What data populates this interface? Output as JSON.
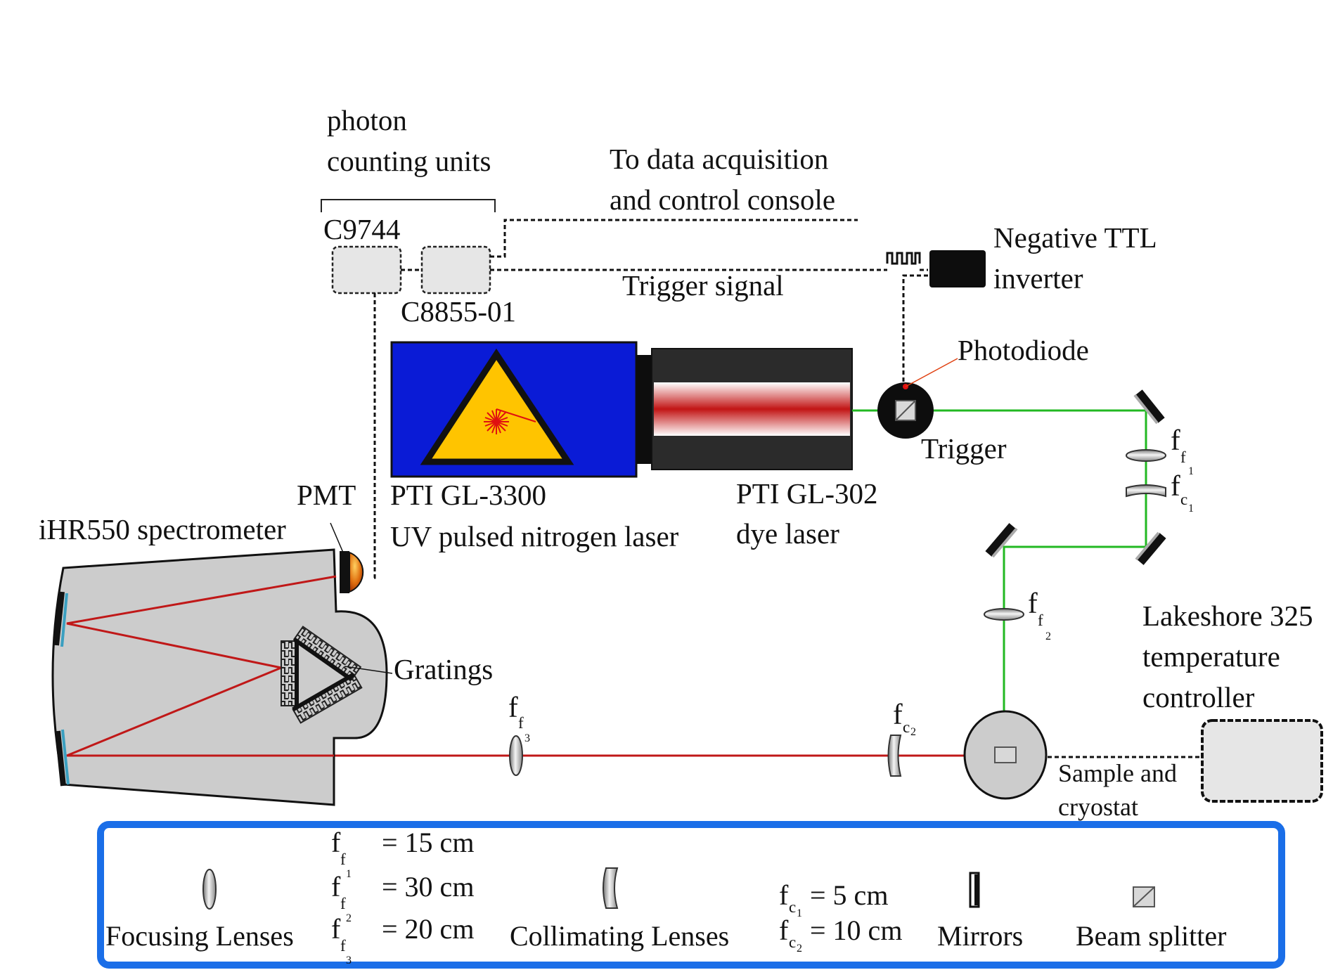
{
  "labels": {
    "photon_counting": [
      "photon",
      "counting units"
    ],
    "c9744": "C9744",
    "c8855": "C8855-01",
    "data_acq": [
      "To data acquisition",
      "and control console"
    ],
    "trigger_signal": "Trigger signal",
    "ttl": [
      "Negative TTL",
      "inverter"
    ],
    "photodiode": "Photodiode",
    "trigger": "Trigger",
    "nitrogen_laser": [
      "PTI GL-3300",
      "UV pulsed nitrogen laser"
    ],
    "dye_laser": [
      "PTI GL-302",
      "dye laser"
    ],
    "pmt": "PMT",
    "spectrometer": "iHR550 spectrometer",
    "gratings": "Gratings",
    "lakeshore": [
      "Lakeshore 325",
      "temperature",
      "controller"
    ],
    "sample": [
      "Sample and",
      "cryostat"
    ]
  },
  "lenses": {
    "ff1": {
      "base": "f",
      "sub": "f",
      "subsub": "1"
    },
    "fc1": {
      "base": "f",
      "sub": "c",
      "subsub": "1"
    },
    "ff2": {
      "base": "f",
      "sub": "f",
      "subsub": "2"
    },
    "ff3": {
      "base": "f",
      "sub": "f",
      "subsub": "3"
    },
    "fc2": {
      "base": "f",
      "sub": "c",
      "subsub": "2"
    }
  },
  "legend": {
    "focusing_label": "Focusing Lenses",
    "focusing_values": [
      {
        "sub": "f",
        "subsub": "1",
        "value": "= 15 cm"
      },
      {
        "sub": "f",
        "subsub": "2",
        "value": "= 30 cm"
      },
      {
        "sub": "f",
        "subsub": "3",
        "value": "= 20 cm"
      }
    ],
    "collimating_label": "Collimating Lenses",
    "collimating_values": [
      {
        "sub": "c",
        "subsub": "1",
        "value": "= 5 cm"
      },
      {
        "sub": "c",
        "subsub": "2",
        "value": "= 10 cm"
      }
    ],
    "mirrors_label": "Mirrors",
    "beamsplitter_label": "Beam splitter"
  },
  "colors": {
    "laser_blue": "#0a1bd6",
    "warning_yellow": "#ffc400",
    "dye_body": "#2b2b2b",
    "red_beam": "#c01818",
    "green_beam": "#22b822",
    "legend_border": "#1a6ee8",
    "unit_fill": "#e6e6e6",
    "spectrometer_fill": "#cccccc",
    "mirror_blue": "#3a9fc0"
  }
}
